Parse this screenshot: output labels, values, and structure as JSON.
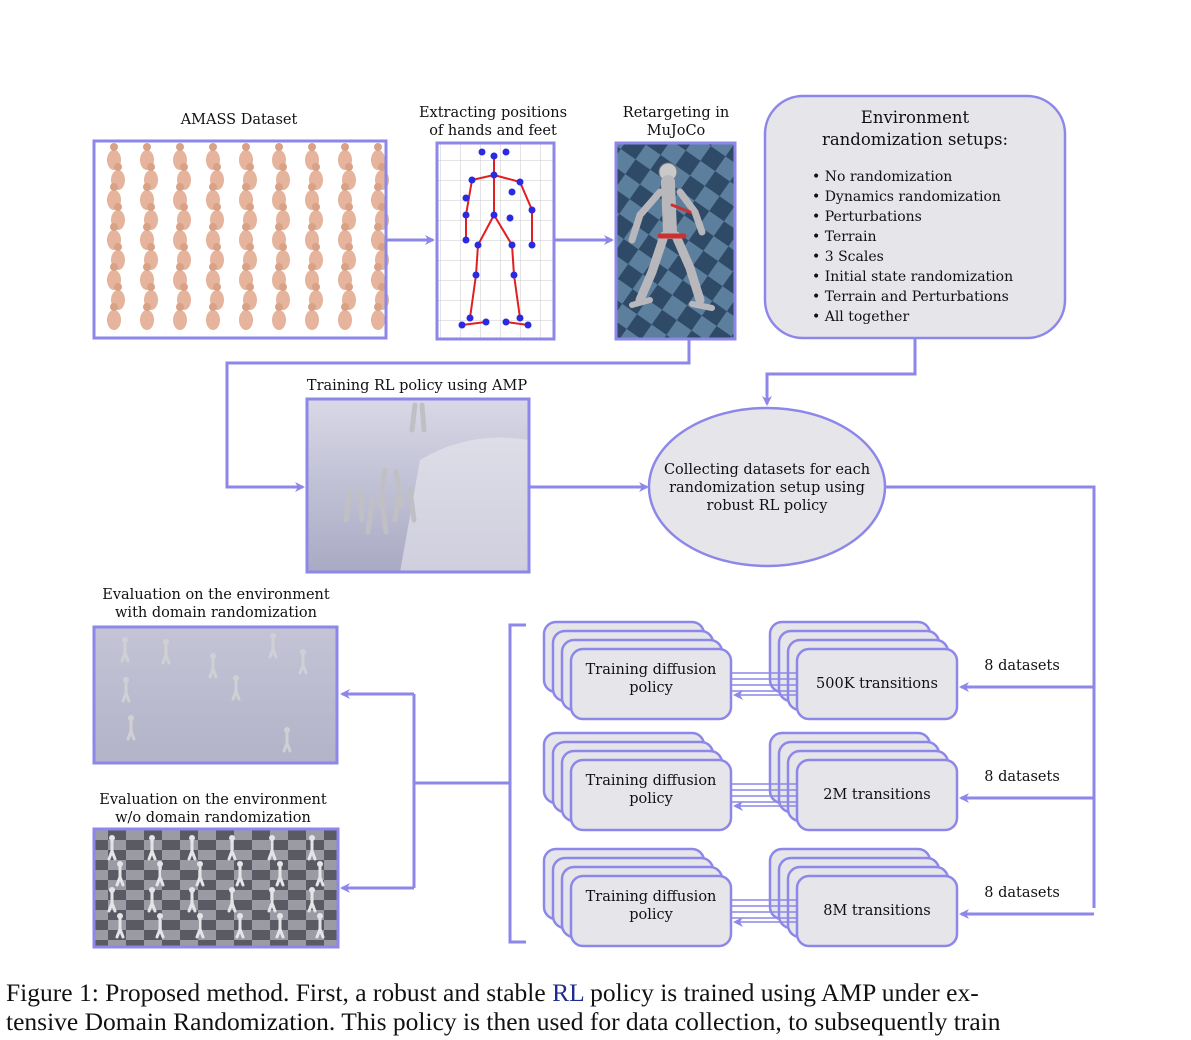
{
  "labels": {
    "amass": "AMASS Dataset",
    "extract_1": "Extracting positions",
    "extract_2": "of hands and feet",
    "retarget_1": "Retargeting in",
    "retarget_2": "MuJoCo",
    "env_title_1": "Environment",
    "env_title_2": "randomization setups:",
    "training_rl": "Training RL policy using AMP",
    "collect_1": "Collecting datasets for each",
    "collect_2": "randomization setup using",
    "collect_3": "robust RL policy",
    "eval_dr_1": "Evaluation on the environment",
    "eval_dr_2": "with domain randomization",
    "eval_nodr_1": "Evaluation on the environment",
    "eval_nodr_2": "w/o domain randomization"
  },
  "env_setups": [
    "No randomization",
    "Dynamics randomization",
    "Perturbations",
    "Terrain",
    "3 Scales",
    "Initial state randomization",
    "Terrain and Perturbations",
    "All together"
  ],
  "training_blocks": [
    {
      "policy_1": "Training diffusion",
      "policy_2": "policy",
      "transitions": "500K transitions",
      "datasets": "8 datasets"
    },
    {
      "policy_1": "Training diffusion",
      "policy_2": "policy",
      "transitions": "2M transitions",
      "datasets": "8 datasets"
    },
    {
      "policy_1": "Training diffusion",
      "policy_2": "policy",
      "transitions": "8M transitions",
      "datasets": "8 datasets"
    }
  ],
  "caption": {
    "l1_a": "Figure 1: Proposed method. First, a robust and stable ",
    "l1_link": "RL",
    "l1_b": " policy is trained using AMP under ex-",
    "l2": "tensive Domain Randomization. This policy is then used for data collection, to subsequently train"
  },
  "colors": {
    "accent": "#8c87e8",
    "box_fill": "#e6e6ea",
    "link": "#1c2d8c"
  }
}
